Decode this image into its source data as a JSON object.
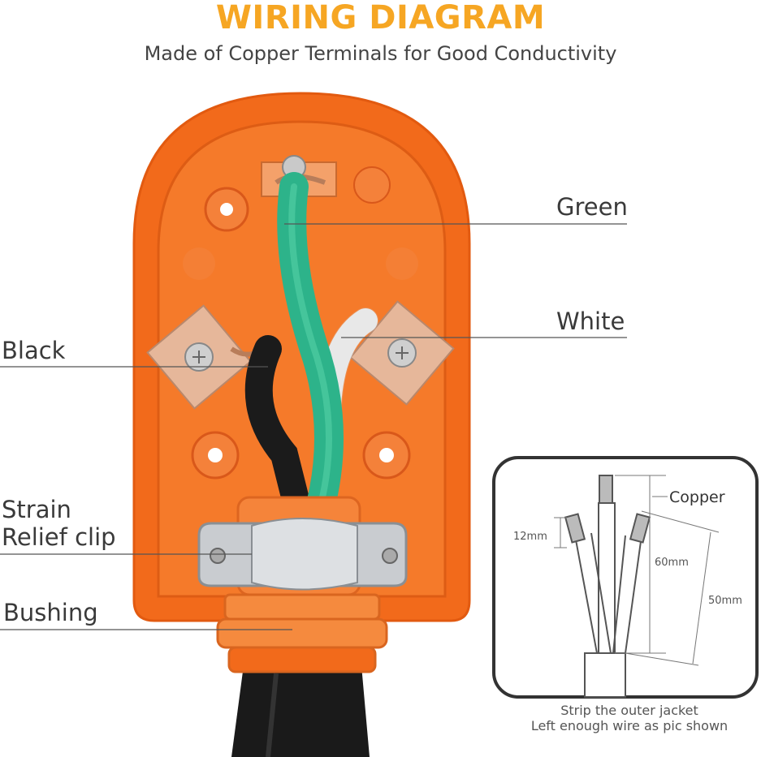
{
  "header": {
    "title": "WIRING DIAGRAM",
    "subtitle": "Made of Copper Terminals for Good Conductivity"
  },
  "callouts": {
    "green": "Green",
    "white": "White",
    "black": "Black",
    "strain_line1": "Strain",
    "strain_line2": "Relief clip",
    "bushing": "Bushing"
  },
  "inset": {
    "copper": "Copper",
    "dim_12": "12mm",
    "dim_60": "60mm",
    "dim_50": "50mm",
    "caption_line1": "Strip the outer jacket",
    "caption_line2": "Left enough wire as pic shown"
  },
  "colors": {
    "title": "#f6a623",
    "plug_orange": "#f26a1b",
    "wire_green": "#2db38a",
    "wire_black": "#1b1b1b",
    "wire_white": "#f2f2f2",
    "copper": "#b87d5a"
  }
}
